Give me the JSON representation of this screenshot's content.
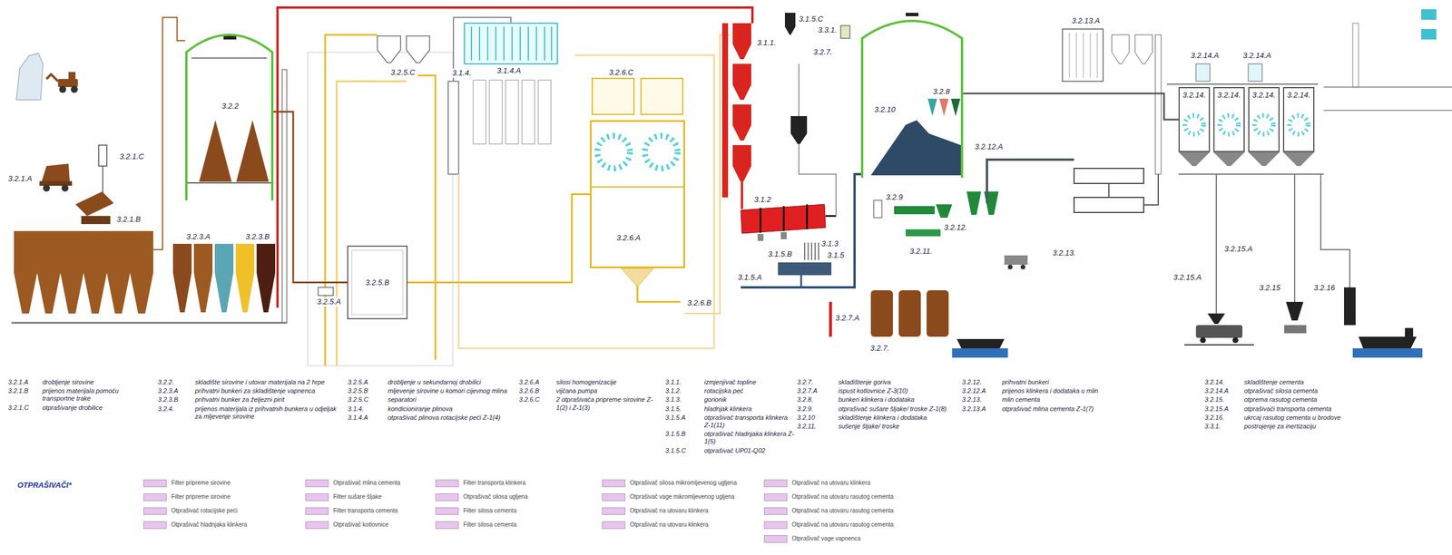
{
  "diagram": {
    "nodes": [
      {
        "text": [
          "3.2.2"
        ]
      },
      {
        "text": [
          "3.2.5.B"
        ]
      },
      {
        "text": [
          "3.2.6.A"
        ]
      },
      {
        "text": [
          "3.2.10"
        ]
      },
      {
        "text": [
          "3.2.14."
        ]
      },
      {
        "text": [
          "3.2.14."
        ]
      },
      {
        "text": [
          "3.2.14."
        ]
      },
      {
        "text": [
          "3.2.14."
        ]
      }
    ],
    "edges": [
      {
        "from": 0,
        "to": 1,
        "arrow": "none"
      },
      {
        "from": 1,
        "to": 2,
        "arrow": "none"
      },
      {
        "from": 3,
        "to": 4,
        "arrow": "none"
      }
    ],
    "labels": [
      "3.2.1.A",
      "3.2.1.C",
      "3.2.1.B",
      "3.2.3.A",
      "3.2.3.B",
      "3.2.5.C",
      "3.2.5.A",
      "3.1.4.",
      "3.1.4.A",
      "3.2.6.C",
      "3.2.6.B",
      "3.1.1.",
      "3.1.2",
      "3.1.3",
      "3.1.5",
      "3.1.5.B",
      "3.1.5.A",
      "3.1.5.C",
      "3.3.1.",
      "3.2.7.",
      "3.2.8",
      "3.2.9",
      "3.2.11.",
      "3.2.12.",
      "3.2.12.A",
      "3.2.7.A",
      "3.2.7.",
      "3.2.13.A",
      "3.2.13.",
      "3.2.14.A",
      "3.2.14.A",
      "3.2.15.A",
      "3.2.15.A",
      "3.2.15",
      "3.2.16",
      "3.2.1.A",
      "drobljenje sirovine",
      "3.2.1.B",
      "prijenos materijala pomoću transportne trake",
      "3.2.1.C",
      "otprašivanje drobilice",
      "3.2.2.",
      "skladište sirovine i utovar materijala na 2 hrpe",
      "3.2.3.A",
      "prihvatni bunkeri za skladištenje vapnenca",
      "3.2.3.B",
      "prihvatni bunker za željezni pirit",
      "3.2.4.",
      "prijenos materijala iz prihvatnih bunkera u odjeljak za mljevenje sirovine",
      "3.2.5.A",
      "drobljenje u sekundarnoj drobilici",
      "3.2.5.B",
      "mljevenje sirovine u komori cijevnog mlina",
      "3.2.5.C",
      "separatori",
      "3.1.4.",
      "kondicioniranje plinova",
      "3.1.4.A",
      "otprašivač plinova rotacijske peći Z-1(4)",
      "3.2.6.A",
      "silosi homogenizacije",
      "3.2.6.B",
      "vijčana pumpa",
      "3.2.6.C",
      "2 otprašivača pripreme sirovine Z-1(2) i Z-1(3)",
      "3.1.1.",
      "izmjenjivač topline",
      "3.1.2.",
      "rotacijska peć",
      "3.1.3.",
      "gorionik",
      "3.1.5.",
      "hladnjak klinkera",
      "3.1.5.A",
      "otprašivač transporta klinkera Z-1(11)",
      "3.1.5.B",
      "otprašivač hladnjaka klinkera Z-1(5)",
      "3.1.5.C",
      "otprašivač UP01-Q02",
      "3.2.7.",
      "skladištenje goriva",
      "3.2.7.A",
      "ispust kotlovnice Z-3(10)",
      "3.2.8.",
      "bunkeri klinkera i dodataka",
      "3.2.9.",
      "otprašivač sušare šljake/ troske Z-1(8)",
      "3.2.10",
      "skladištenje klinkera i dodataka",
      "3.2.11.",
      "sušenje šljake/ troske",
      "3.2.12.",
      "prihvatni bunkeri",
      "3.2.12.A",
      "prijenos klinkera i dodataka u mlin",
      "3.2.13.",
      "mlin cementa",
      "3.2.13.A",
      "otprašivač mlina cementa Z-1(7)",
      "3.2.14.",
      "skladištenje cementa",
      "3.2.14.A",
      "otprašivač silosa cementa",
      "3.2.15.",
      "otprema rasutog cementa",
      "3.2.15.A",
      "otprašivači transporta cementa",
      "3.2.16.",
      "ukrcaj rasutog cementa u brodove",
      "3.3.1.",
      "postrojenje za inertizaciju",
      "OTPRAŠIVAČI*"
    ],
    "legend": [
      {
        "text": "Filter pripreme sirovine",
        "color": "#e6c6ec"
      },
      {
        "text": "Filter pripreme sirovine",
        "color": "#e6c6ec"
      },
      {
        "text": "Otprašivač rotacijske peći",
        "color": "#e6c6ec"
      },
      {
        "text": "Otprašivač hladnjaka klinkera",
        "color": "#e6c6ec"
      },
      {
        "text": "Otprašivač mlina cementa",
        "color": "#e6c6ec"
      },
      {
        "text": "Filter sušare šljake",
        "color": "#e6c6ec"
      },
      {
        "text": "Filter transporta cementa",
        "color": "#e6c6ec"
      },
      {
        "text": "Otprašivač kotlovnice",
        "color": "#e6c6ec"
      },
      {
        "text": "Filter transporta klinkera",
        "color": "#e6c6ec"
      },
      {
        "text": "Otprašivač silosa ugljena",
        "color": "#e6c6ec"
      },
      {
        "text": "Filter silosa cementa",
        "color": "#e6c6ec"
      },
      {
        "text": "Filter silosa cementa",
        "color": "#e6c6ec"
      },
      {
        "text": "Otprašivač silosa mikromljevenog ugljena",
        "color": "#e6c6ec"
      },
      {
        "text": "Otprašivač vage mikromljevenog ugljena",
        "color": "#e6c6ec"
      },
      {
        "text": "Otprašivač na utovaru klinkera",
        "color": "#e6c6ec"
      },
      {
        "text": "Otprašivač na utovaru klinkera",
        "color": "#e6c6ec"
      },
      {
        "text": "Otprašivač na utovaru klinkera",
        "color": "#e6c6ec"
      },
      {
        "text": "Otprašivač na utovaru rasutog cementa",
        "color": "#e6c6ec"
      },
      {
        "text": "Otprašivač na utovaru rasutog cementa",
        "color": "#e6c6ec"
      },
      {
        "text": "Otprašivač na utovaru rasutog cementa",
        "color": "#e6c6ec"
      },
      {
        "text": "Otprašivač vage vapnenca",
        "color": "#e6c6ec"
      }
    ]
  }
}
